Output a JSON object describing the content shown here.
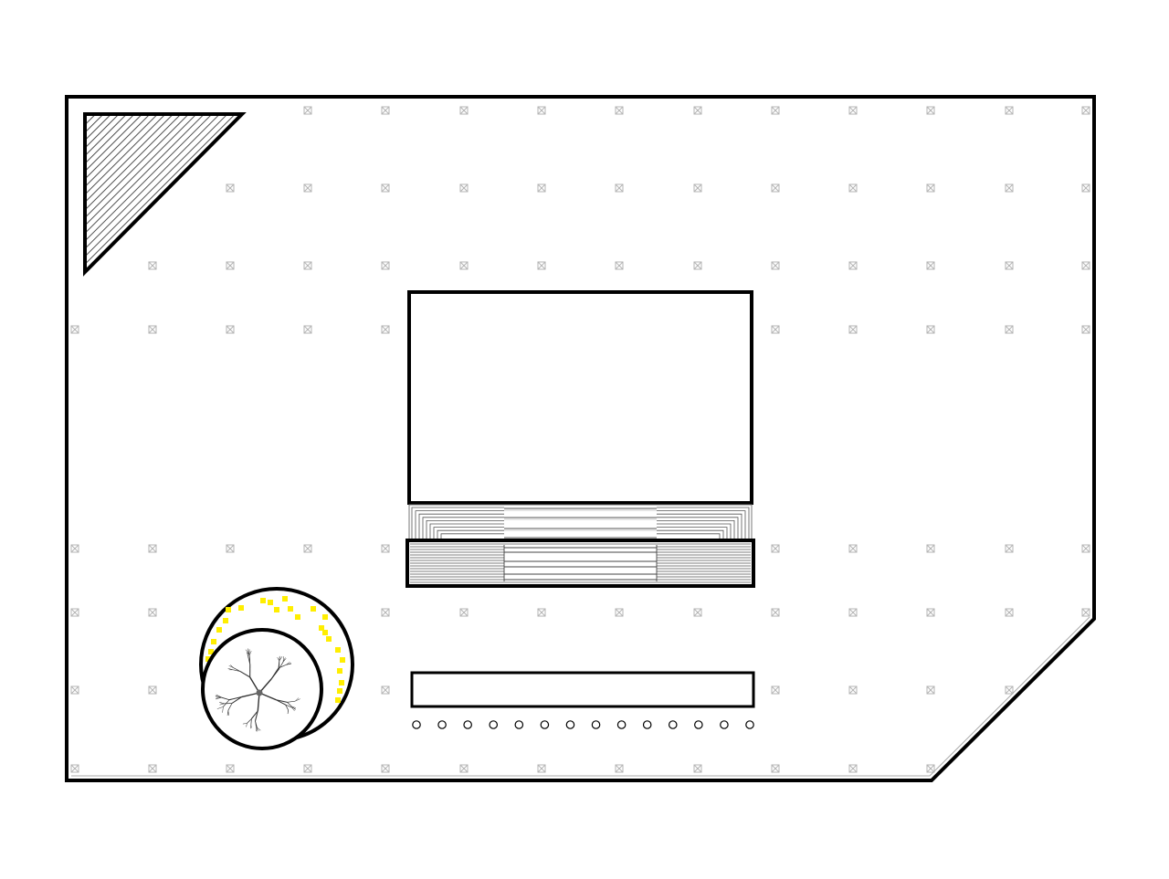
{
  "plan": {
    "colors": {
      "background": "#ffffff",
      "line": "#000000",
      "grid_marker": "#b4b4b4",
      "flower": "#ffee00",
      "hatch": "#222222",
      "tree_branch": "#333333"
    },
    "elements": [
      "site-boundary",
      "hatched-triangle",
      "column-grid-markers",
      "central-building",
      "entrance-steps",
      "round-planter",
      "yellow-flowers",
      "tree-symbol",
      "long-bench",
      "bollard-row"
    ],
    "bollard_count": 14
  }
}
